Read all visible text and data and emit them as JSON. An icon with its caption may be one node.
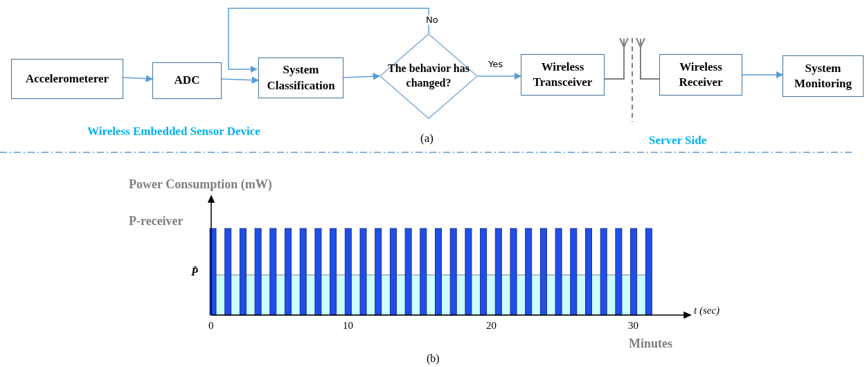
{
  "diagram": {
    "nodes": [
      {
        "text": [
          "Accelerometerer"
        ]
      },
      {
        "text": [
          "ADC"
        ]
      },
      {
        "text": [
          "System Classification"
        ]
      },
      {
        "text": [
          "The behavior has changed?"
        ]
      },
      {
        "text": [
          "Wireless Transceiver"
        ]
      },
      {
        "text": [],
        "shape": "picture"
      },
      {
        "text": [],
        "shape": "picture"
      },
      {
        "text": [
          "Wireless Receiver"
        ]
      },
      {
        "text": [
          "System Monitoring"
        ]
      }
    ],
    "edges": [
      {
        "from": 0,
        "to": 1,
        "arrow": "to"
      },
      {
        "from": 1,
        "to": 2,
        "arrow": "to"
      },
      {
        "from": 2,
        "to": 3,
        "arrow": "to"
      },
      {
        "from": 3,
        "to": 4,
        "arrow": "to",
        "label": "Yes"
      },
      {
        "from": 3,
        "to": 2,
        "arrow": "to",
        "label": "No"
      },
      {
        "from": 4,
        "to": 5,
        "arrow": "none",
        "color": "#7f7f7f"
      },
      {
        "from": 6,
        "to": 7,
        "arrow": "none",
        "color": "#7f7f7f"
      },
      {
        "from": 7,
        "to": 8,
        "arrow": "to"
      }
    ],
    "labels": [
      "Wireless Embedded  Sensor Device",
      "(a)",
      "Server Side",
      "Power Consumption (mW)",
      "P-receiver",
      "P̄",
      "0",
      "10",
      "20",
      "30",
      "t (sec)",
      "Minutes",
      "(b)"
    ]
  }
}
